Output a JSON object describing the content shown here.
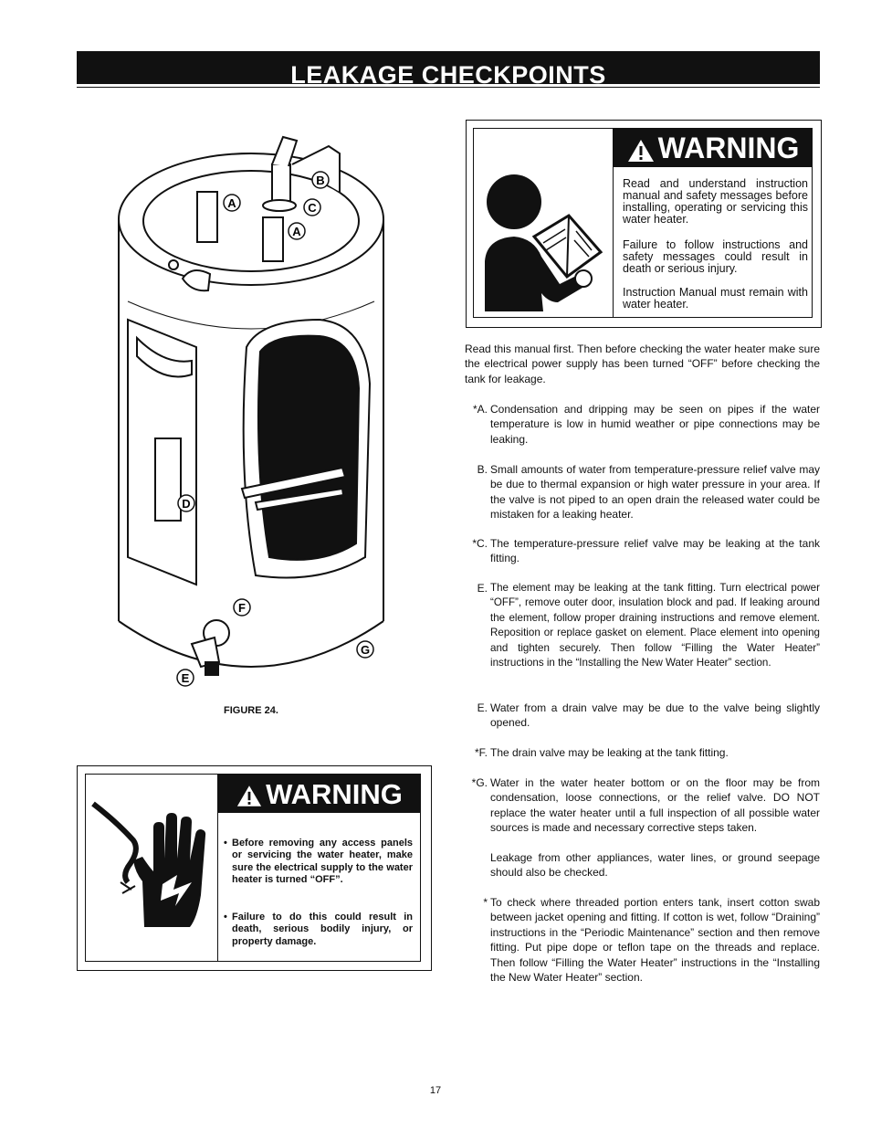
{
  "page": {
    "title": "LEAKAGE CHECKPOINTS",
    "page_number": "17"
  },
  "figure": {
    "caption": "FIGURE 24.",
    "labels": {
      "a1": "A",
      "a2": "A",
      "b": "B",
      "c": "C",
      "d": "D",
      "e": "E",
      "f": "F",
      "g": "G"
    }
  },
  "warning_manual": {
    "heading": "WARNING",
    "paragraphs": [
      "Read and understand instruction manual and safety messages before installing, operating or servicing this water heater.",
      "Failure to follow instructions and safety messages could result in death or serious injury.",
      "Instruction Manual must remain with water heater."
    ]
  },
  "warning_electrical": {
    "heading": "WARNING",
    "bullets": [
      "Before removing any access panels or servicing the water heater, make sure the electrical supply to the water heater is turned “OFF”.",
      "Failure to do this could result in death, serious bodily injury, or property damage."
    ]
  },
  "intro": "Read this manual first.  Then before checking the water heater make sure the electrical power supply has been turned “OFF” before checking the tank for leakage.",
  "items": [
    {
      "marker": "*A.",
      "text": "Condensation and dripping may be seen on pipes if the water temperature is low in humid weather or pipe connections may be leaking."
    },
    {
      "marker": "B.",
      "text": "Small amounts of water from temperature-pressure relief valve may be due to thermal expansion or high water pressure in your area. If the valve is not piped to an open drain the released water could be mistaken for a leaking heater."
    },
    {
      "marker": "*C.",
      "text": "The temperature-pressure relief valve may be leaking at the tank fitting."
    },
    {
      "marker": "E.",
      "text": "The element may be leaking at the tank fitting. Turn electrical power “OFF”, remove outer door, insulation block and pad. If leaking around the element, follow proper draining instructions and remove element. Reposition or replace gasket on element. Place element into opening and tighten securely. Then follow “Filling the Water Heater” instructions in the “Installing the New Water Heater” section."
    },
    {
      "marker": "E.",
      "text": "Water from a drain valve may be due to the valve being slightly opened."
    },
    {
      "marker": "*F.",
      "text": "The drain valve may be leaking at the tank fitting."
    },
    {
      "marker": "*G.",
      "text": "Water in the water heater bottom or on the floor may be from condensation, loose connections, or the relief valve.  DO NOT replace the water heater until a full inspection of all possible water sources is made and necessary corrective steps taken."
    },
    {
      "marker": "",
      "text": "Leakage from other appliances, water lines, or ground seepage should also be checked."
    },
    {
      "marker": "*",
      "text": "To check where threaded portion enters tank, insert cotton swab between jacket opening and fitting.  If cotton is wet, follow “Draining” instructions in the “Periodic Maintenance” section and then remove fitting.  Put pipe dope or teflon tape on the threads and replace.  Then follow  “Filling the Water Heater” instructions in the “Installing the New Water Heater” section."
    }
  ]
}
